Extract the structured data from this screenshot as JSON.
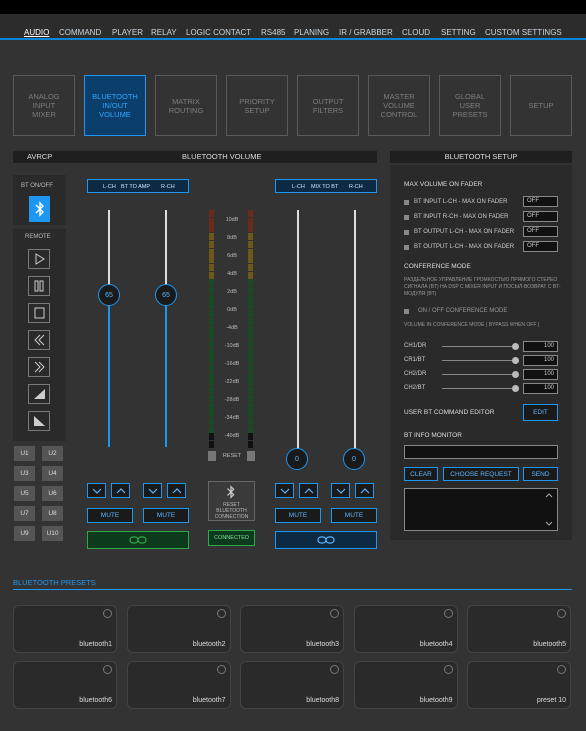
{
  "nav": {
    "items": [
      {
        "label": "AUDIO",
        "active": true
      },
      {
        "label": "COMMAND"
      },
      {
        "label": "PLAYER"
      },
      {
        "label": "RELAY"
      },
      {
        "label": "LOGIC CONTACT"
      },
      {
        "label": "RS485"
      },
      {
        "label": "PLANING"
      },
      {
        "label": "IR / GRABBER"
      },
      {
        "label": "CLOUD"
      },
      {
        "label": "SETTING"
      },
      {
        "label": "CUSTOM SETTINGS"
      }
    ],
    "accent": "#0a86d8"
  },
  "modules": [
    {
      "label": "ANALOG\nINPUT\nMIXER"
    },
    {
      "label": "BLUETOOTH\nIN/OUT\nVOLUME",
      "active": true
    },
    {
      "label": "MATRIX\nROUTING"
    },
    {
      "label": "PRIORITY\nSETUP"
    },
    {
      "label": "OUTPUT\nFILTERS"
    },
    {
      "label": "MASTER\nVOLUME\nCONTROL"
    },
    {
      "label": "GLOBAL\nUSER\nPRESETS"
    },
    {
      "label": "SETUP"
    }
  ],
  "avrcp": {
    "title": "AVRCP",
    "bt_onoff_label": "BT ON/OFF",
    "remote_label": "REMOTE",
    "remote_buttons": [
      "play-icon",
      "pause-icon",
      "stop-icon",
      "previous-icon",
      "next-icon",
      "volume-up-icon",
      "volume-down-icon"
    ],
    "user_buttons": [
      "U1",
      "U2",
      "U3",
      "U4",
      "U5",
      "U6",
      "U7",
      "U8",
      "U9",
      "U10"
    ]
  },
  "bt_volume": {
    "title": "BLUETOOTH VOLUME",
    "left_header": {
      "l": "L-CH",
      "m": "BT TO AMP",
      "r": "R-CH"
    },
    "right_header": {
      "l": "L-CH",
      "m": "MIX TO BT",
      "r": "R-CH"
    },
    "fader_in_l": {
      "value": "65",
      "level": 0.65
    },
    "fader_in_r": {
      "value": "65",
      "level": 0.65
    },
    "fader_out_l": {
      "value": "0",
      "level": 0
    },
    "fader_out_r": {
      "value": "0",
      "level": 0
    },
    "meter_labels": [
      "10dB",
      "8dB",
      "6dB",
      "4dB",
      "2dB",
      "0dB",
      "-4dB",
      "-10dB",
      "-16dB",
      "-22dB",
      "-28dB",
      "-34dB",
      "-40dB"
    ],
    "reset_label": "RESET",
    "mute_label": "MUTE",
    "reset_bt_label": "RESET\nBLUETOOTH\nCONNECTION",
    "connected_label": "CONNECTED",
    "green": "#2fa84a",
    "blue": "#1d97f0"
  },
  "bt_setup": {
    "title": "BLUETOOTH SETUP",
    "max_volume_title": "MAX VOLUME ON FADER",
    "options": [
      {
        "label": "BT INPUT L-CH - MAX ON FADER",
        "value": "OFF"
      },
      {
        "label": "BT INPUT R-CH - MAX ON FADER",
        "value": "OFF"
      },
      {
        "label": "BT OUTPUT L-CH - MAX ON FADER",
        "value": "OFF"
      },
      {
        "label": "BT OUTPUT L-CH - MAX ON FADER",
        "value": "OFF"
      }
    ],
    "conference_title": "CONFERENCE MODE",
    "conference_desc": "РАЗДЕЛЬНОЕ УПРАВЛЕНИЕ ГРОМКОСТЬЮ ПРЯМОГО СТЕРЕО СИГНАЛА (BT) НА DSP С MIXER INPUT И ПОСЫЛ-ВОЗВРАТ С BT-МОДУЛЯ (BT)",
    "conference_toggle": "ON / OFF CONFERENCE MODE",
    "volume_conf_label": "VOLUME IN CONFERENCE MODE ( BYPASS WHEN OFF )",
    "channels": [
      {
        "label": "CH1/DR",
        "value": "100"
      },
      {
        "label": "CR1/BT",
        "value": "100"
      },
      {
        "label": "CH2/DR",
        "value": "100"
      },
      {
        "label": "CH2/BT",
        "value": "100"
      }
    ],
    "user_cmd_label": "USER BT COMMAND EDITOR",
    "edit_label": "EDIT",
    "info_monitor_label": "BT INFO MONITOR",
    "clear_label": "CLEAR",
    "choose_label": "CHOOSE REQUEST",
    "send_label": "SEND"
  },
  "presets": {
    "title": "BLUETOOTH PRESETS",
    "items": [
      "bluetooth1",
      "bluetooth2",
      "bluetooth3",
      "bluetooth4",
      "bluetooth5",
      "bluetooth6",
      "bluetooth7",
      "bluetooth8",
      "bluetooth9",
      "preset 10"
    ]
  }
}
